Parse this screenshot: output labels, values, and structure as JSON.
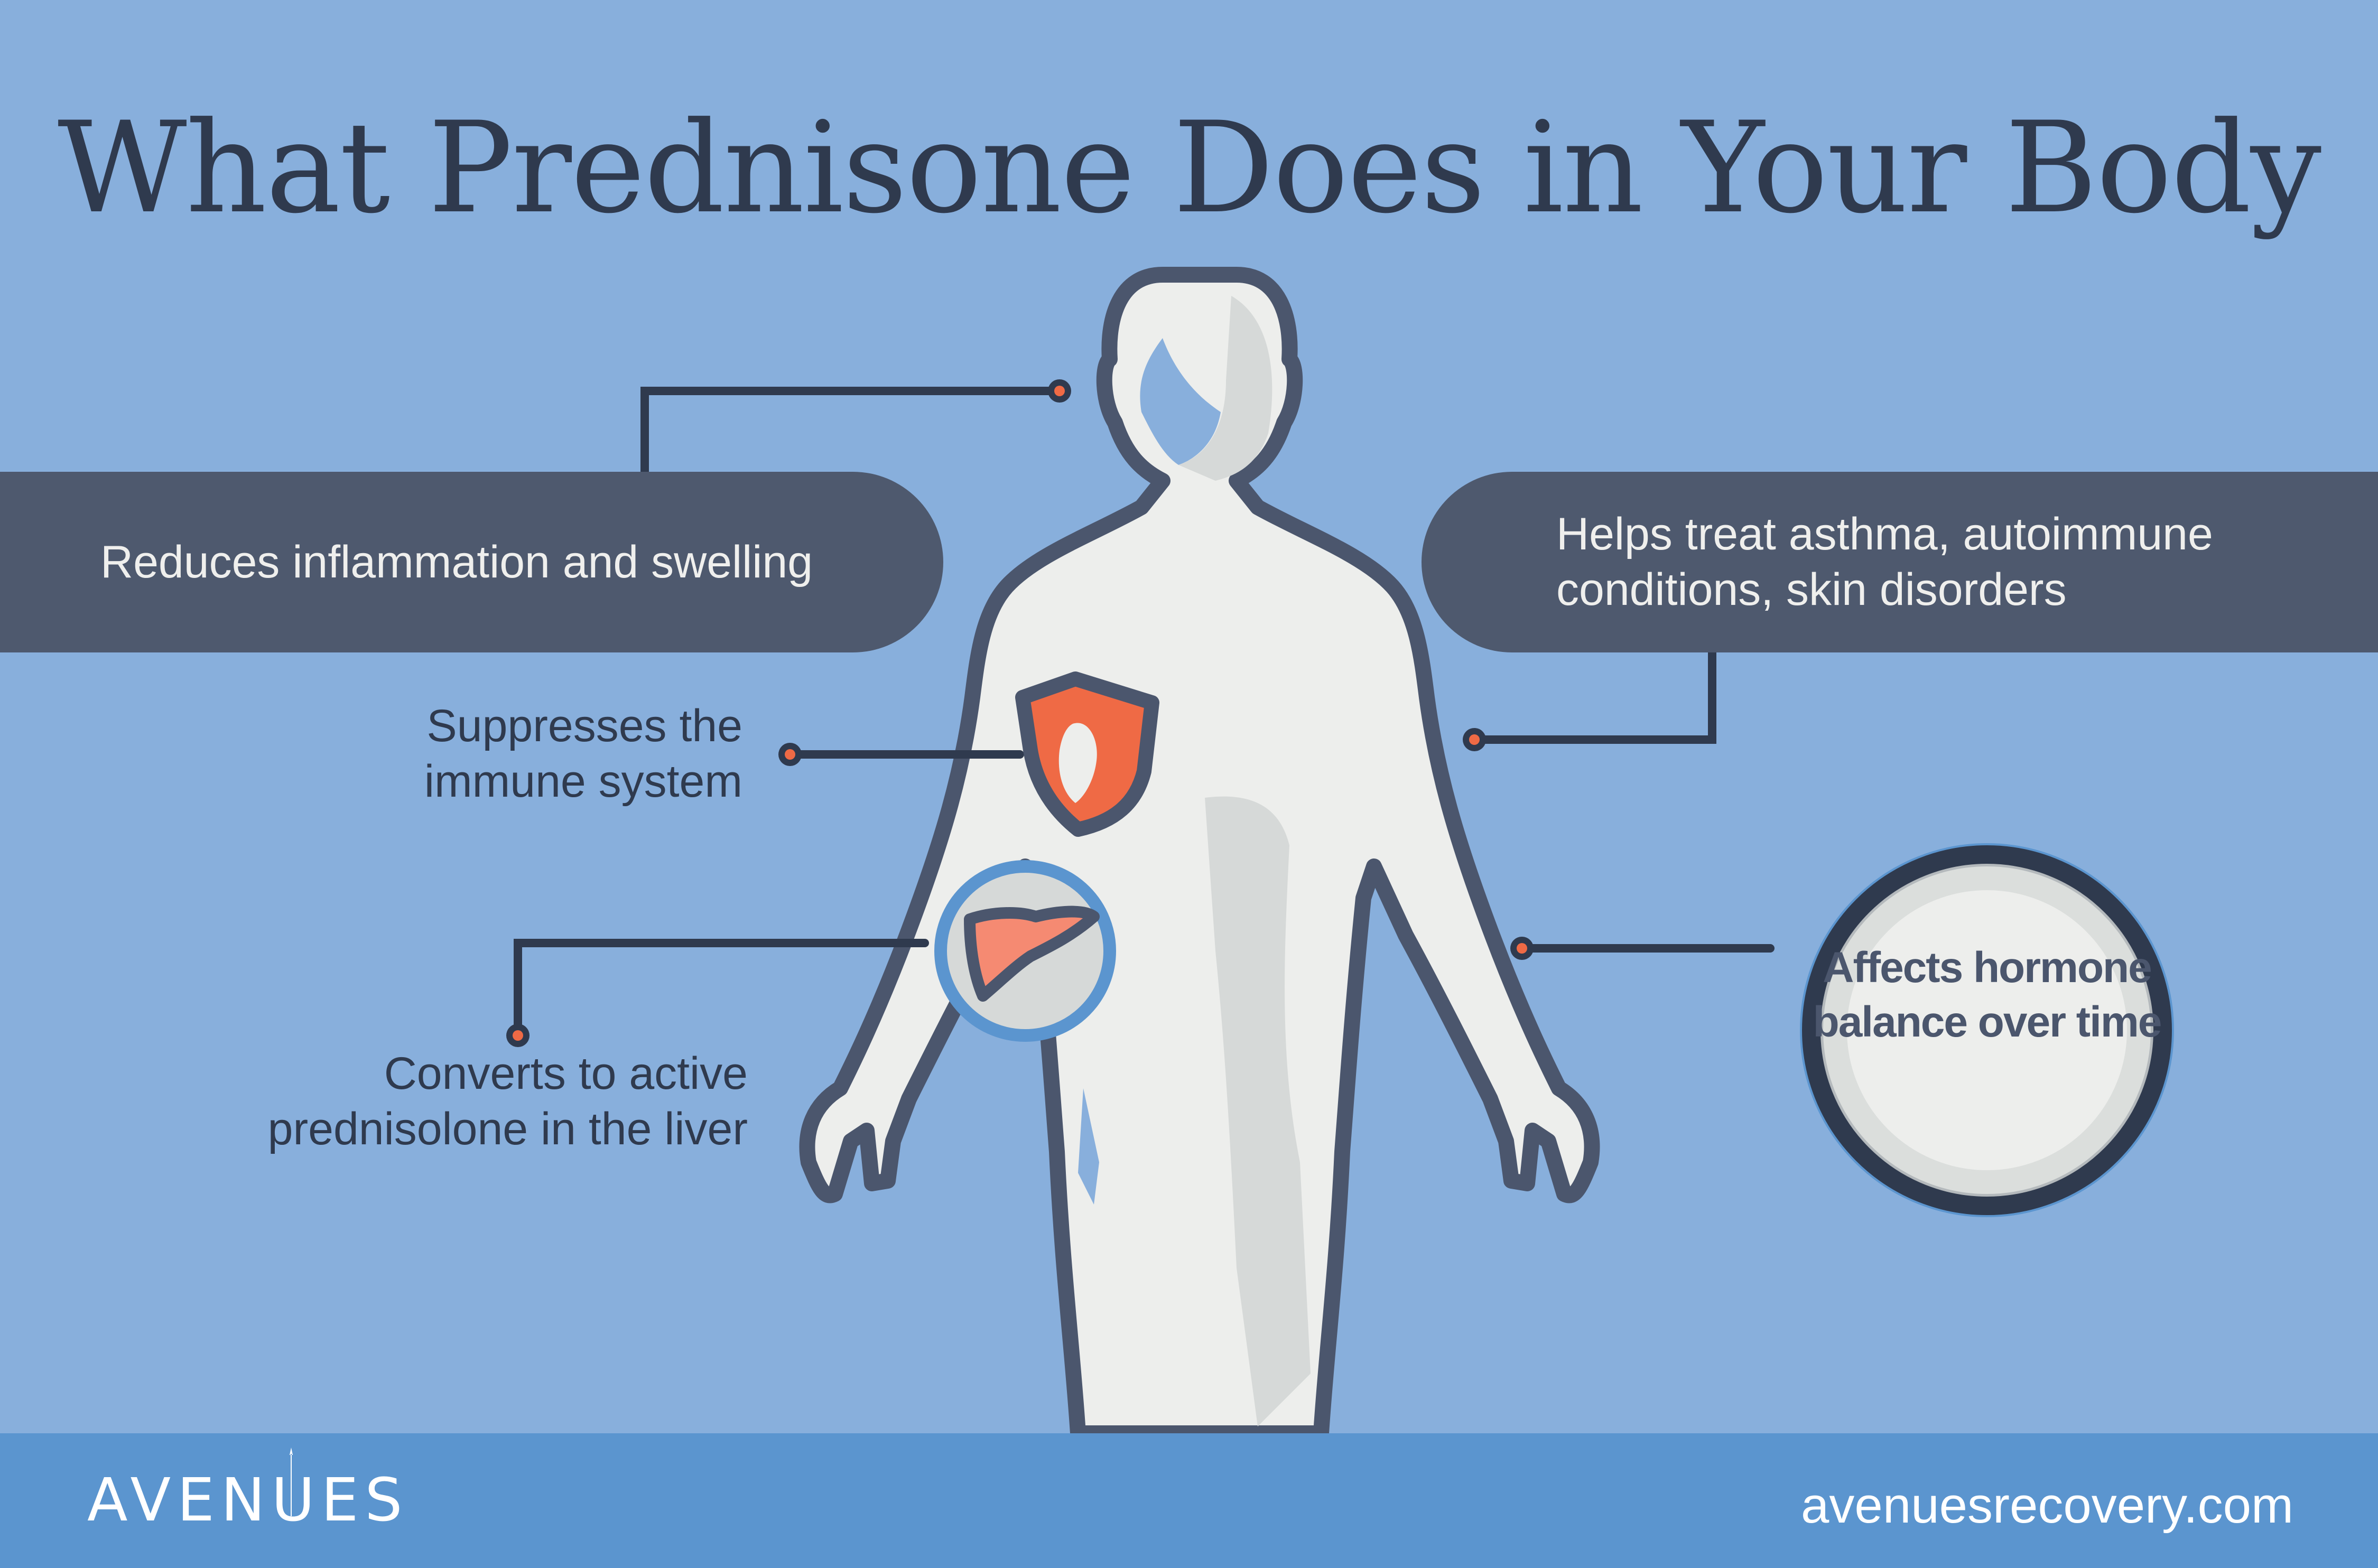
{
  "header": {
    "title": "What Prednisone Does in Your Body"
  },
  "callouts": {
    "inflammation": "Reduces inflammation and swelling",
    "treats": "Helps treat asthma, autoimmune conditions, skin disorders",
    "immune": "Suppresses the immune system",
    "liver": "Converts to active prednisolone in the liver",
    "hormone": "Affects hormone balance over time"
  },
  "illustration": {
    "figure": "human-body-outline",
    "icons": [
      "shield-icon",
      "liver-icon"
    ]
  },
  "colors": {
    "background": "#88afdc",
    "pill": "#4e596e",
    "outline": "#4b566d",
    "dark": "#2f3a4e",
    "body": "#edeeec",
    "body_shade": "#d6d9d8",
    "accent": "#ef6a45",
    "accent_light": "#f58a72",
    "footer": "#5b95cf",
    "ring": "#5b95cf"
  },
  "footer": {
    "logo": "AVENUES",
    "website": "avenuesrecovery.com"
  }
}
